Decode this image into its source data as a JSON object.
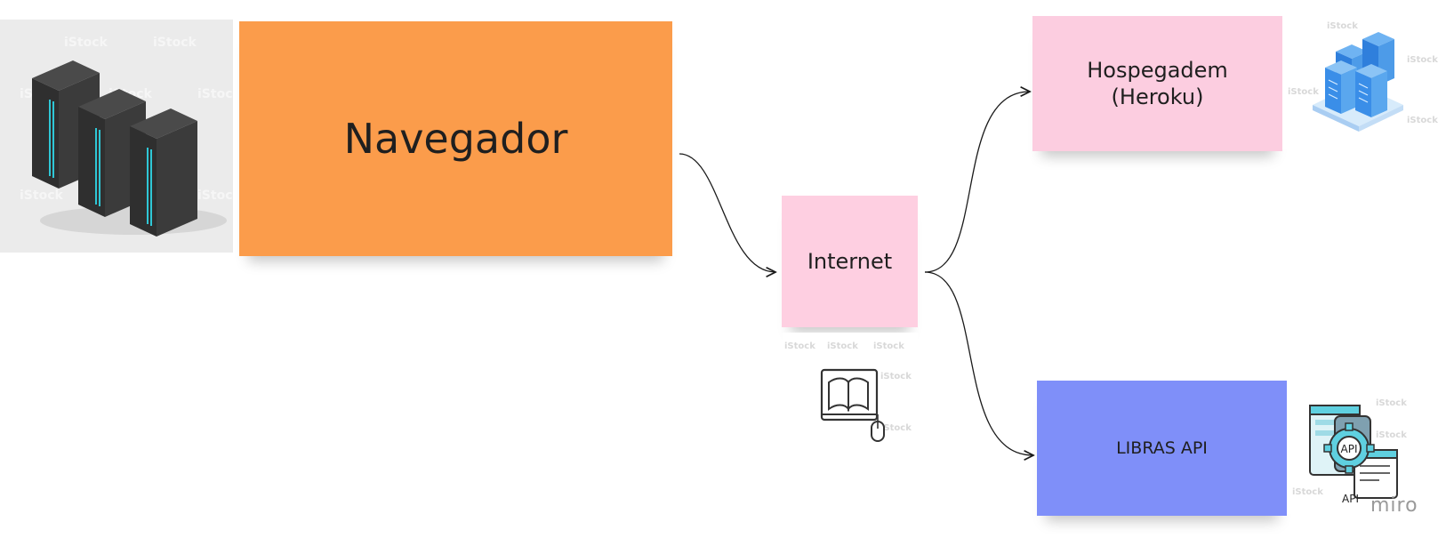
{
  "notes": {
    "navegador": "Navegador",
    "internet": "Internet",
    "hospedagem": "Hospegadem\n(Heroku)",
    "libras": "LIBRAS API"
  },
  "images": {
    "watermark": "iStock",
    "api_caption": "API",
    "api_gear_label": "API"
  },
  "branding": {
    "logo": "miro"
  },
  "colors": {
    "navegador": "#fb9c4b",
    "internet": "#fecfe1",
    "hospedagem": "#fccde0",
    "libras": "#7f8ff9",
    "server_accent": "#2fc7d6",
    "cloud_server": "#3a8ee8"
  },
  "icons": [
    "server-rack-image",
    "book-mouse-icon",
    "cloud-server-icon",
    "api-gear-icon"
  ]
}
